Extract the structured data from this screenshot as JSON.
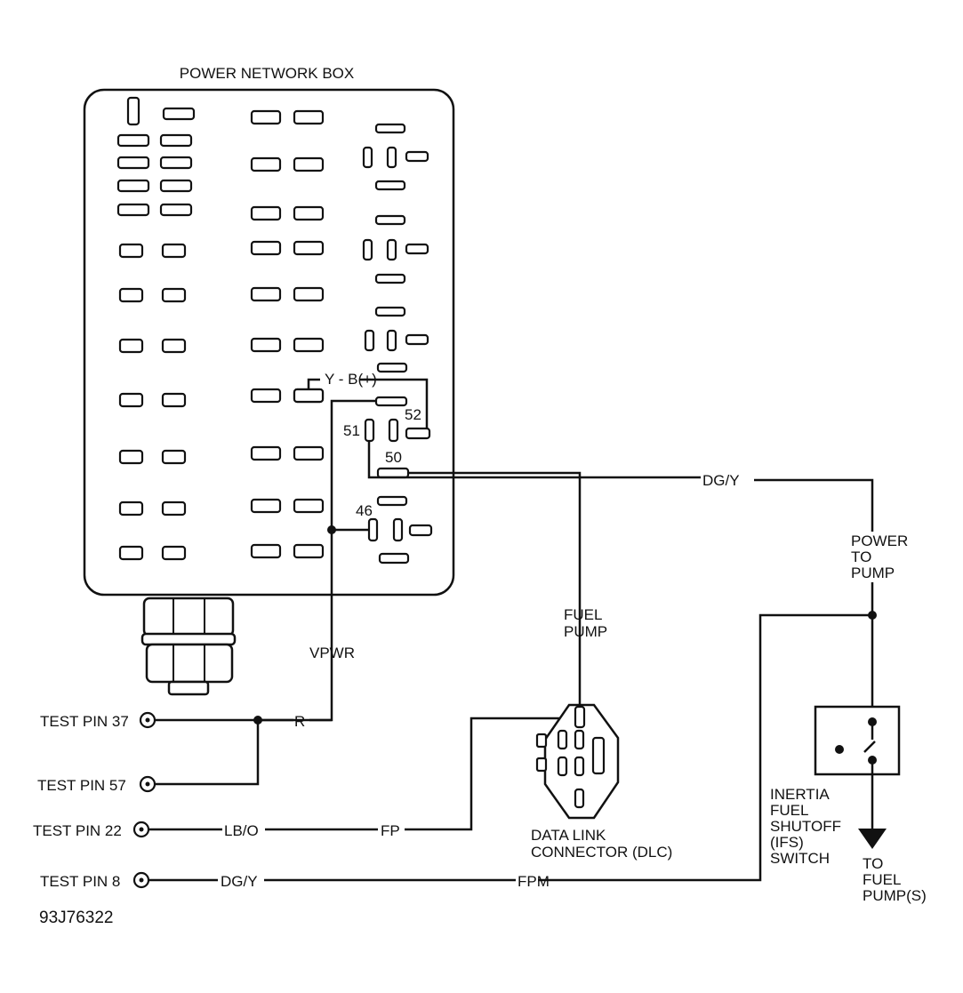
{
  "title": "POWER NETWORK BOX",
  "figure_id": "93J76322",
  "terminal_labels": {
    "yb": "Y - B(+)",
    "t52": "52",
    "t51": "51",
    "t50": "50",
    "t46": "46"
  },
  "wire_labels": {
    "dgy_top": "DG/Y",
    "vpwr": "VPWR",
    "r": "R",
    "lbo": "LB/O",
    "fp": "FP",
    "dgy_bottom": "DG/Y",
    "fpm": "FPM"
  },
  "fuel_pump_label": [
    "FUEL",
    "PUMP"
  ],
  "power_to_pump": [
    "POWER",
    "TO",
    "PUMP"
  ],
  "dlc_label": [
    "DATA LINK",
    "CONNECTOR (DLC)"
  ],
  "ifs_label": [
    "INERTIA",
    "FUEL",
    "SHUTOFF",
    "(IFS)",
    "SWITCH"
  ],
  "to_fuel_pump": [
    "TO",
    "FUEL",
    "PUMP(S)"
  ],
  "test_pins": [
    {
      "label": "TEST PIN 37"
    },
    {
      "label": "TEST PIN 57"
    },
    {
      "label": "TEST PIN 22"
    },
    {
      "label": "TEST PIN 8"
    }
  ]
}
